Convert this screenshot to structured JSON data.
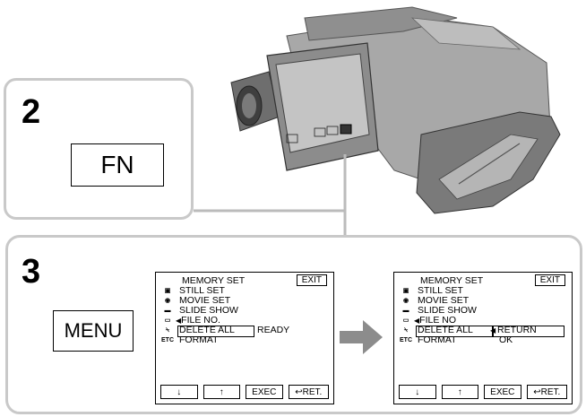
{
  "step2": {
    "number": "2",
    "key_label": "FN"
  },
  "step3": {
    "number": "3",
    "key_label": "MENU"
  },
  "screens": [
    {
      "title": "MEMORY SET",
      "exit_label": "EXIT",
      "rows": [
        {
          "icon": "still-set-icon",
          "glyph": "▣",
          "label": "STILL  SET"
        },
        {
          "icon": "movie-set-icon",
          "glyph": "◉",
          "label": "MOVIE  SET"
        },
        {
          "icon": "slide-show-icon",
          "glyph": "▬",
          "label": "SLIDE  SHOW"
        },
        {
          "icon": "file-no-icon",
          "glyph": "▭",
          "label": "FILE NO."
        },
        {
          "icon": "delete-icon",
          "glyph": "⍀",
          "label": "DELETE  ALL"
        },
        {
          "icon": "etc-icon",
          "glyph": "ETC",
          "label": "FORMAT"
        }
      ],
      "side_text": [
        "READY"
      ],
      "buttons": [
        "↓",
        "↑",
        "EXEC",
        "↩RET."
      ]
    },
    {
      "title": "MEMORY SET",
      "exit_label": "EXIT",
      "rows": [
        {
          "icon": "still-set-icon",
          "glyph": "▣",
          "label": "STILL  SET"
        },
        {
          "icon": "movie-set-icon",
          "glyph": "◉",
          "label": "MOVIE  SET"
        },
        {
          "icon": "slide-show-icon",
          "glyph": "▬",
          "label": "SLIDE  SHOW"
        },
        {
          "icon": "file-no-icon",
          "glyph": "▭",
          "label": "FILE NO"
        },
        {
          "icon": "delete-icon",
          "glyph": "⍀",
          "label": "DELETE  ALL"
        },
        {
          "icon": "etc-icon",
          "glyph": "ETC",
          "label": "FORMAT"
        }
      ],
      "side_text": [
        "RETURN",
        "OK"
      ],
      "buttons": [
        "↓",
        "↑",
        "EXEC",
        "↩RET."
      ]
    }
  ],
  "colors": {
    "panel_border": "#c9c9c9",
    "arrow": "#8c8c8c",
    "camera_body": "#9a9a9a"
  }
}
